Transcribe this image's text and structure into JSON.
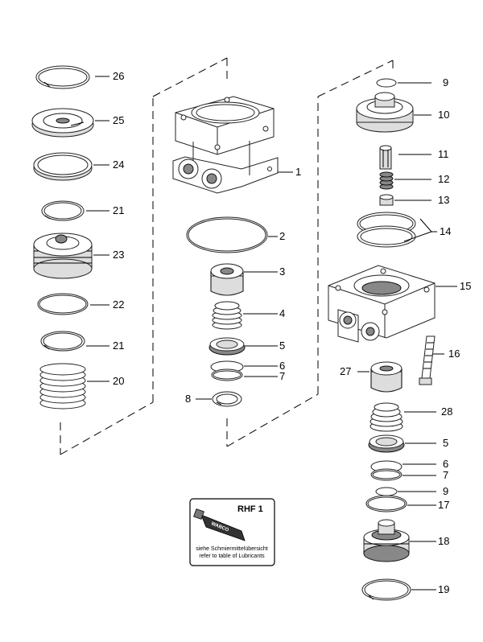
{
  "labels": {
    "p1": "1",
    "p2": "2",
    "p3": "3",
    "p4": "4",
    "p5a": "5",
    "p6a": "6",
    "p7a": "7",
    "p8": "8",
    "p9a": "9",
    "p10": "10",
    "p11": "11",
    "p12": "12",
    "p13": "13",
    "p14": "14",
    "p15": "15",
    "p16": "16",
    "p17": "17",
    "p18": "18",
    "p19": "19",
    "p20": "20",
    "p21a": "21",
    "p21b": "21",
    "p22": "22",
    "p23": "23",
    "p24": "24",
    "p25": "25",
    "p26": "26",
    "p27": "27",
    "p28": "28",
    "p5b": "5",
    "p6b": "6",
    "p7b": "7",
    "p9b": "9"
  },
  "lubricant_box": {
    "code": "RHF 1",
    "brand": "WABCO",
    "line1": "siehe Schmiermittelübersicht",
    "line2": "refer to table of Lubricants"
  }
}
